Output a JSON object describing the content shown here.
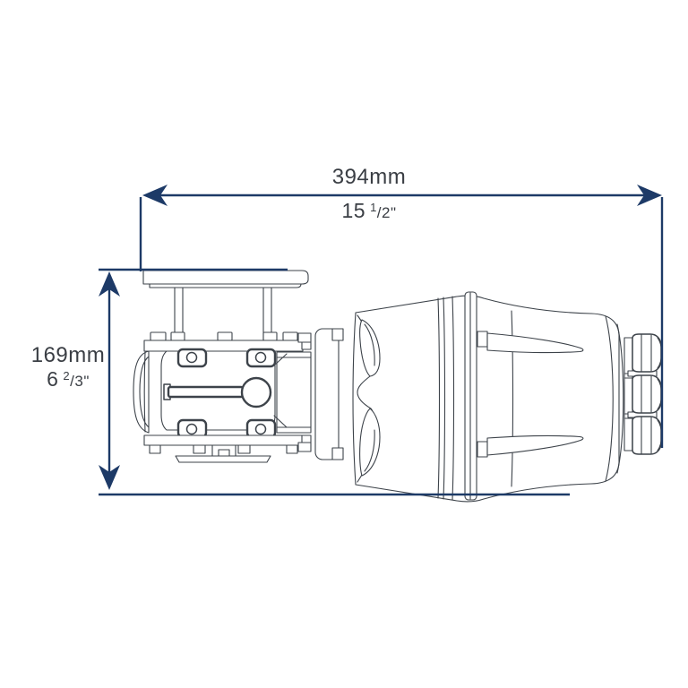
{
  "colors": {
    "dimension_line": "#1d3a67",
    "drawing_line": "#3d434a",
    "text": "#3a3e44",
    "background": "#ffffff"
  },
  "dimensions": {
    "width": {
      "metric": "394mm",
      "imperial_whole": "15",
      "imperial_sup": "1",
      "imperial_rest": "/2\""
    },
    "height": {
      "metric": "169mm",
      "imperial_whole": "6",
      "imperial_sup": "2",
      "imperial_rest": "/3\""
    }
  }
}
